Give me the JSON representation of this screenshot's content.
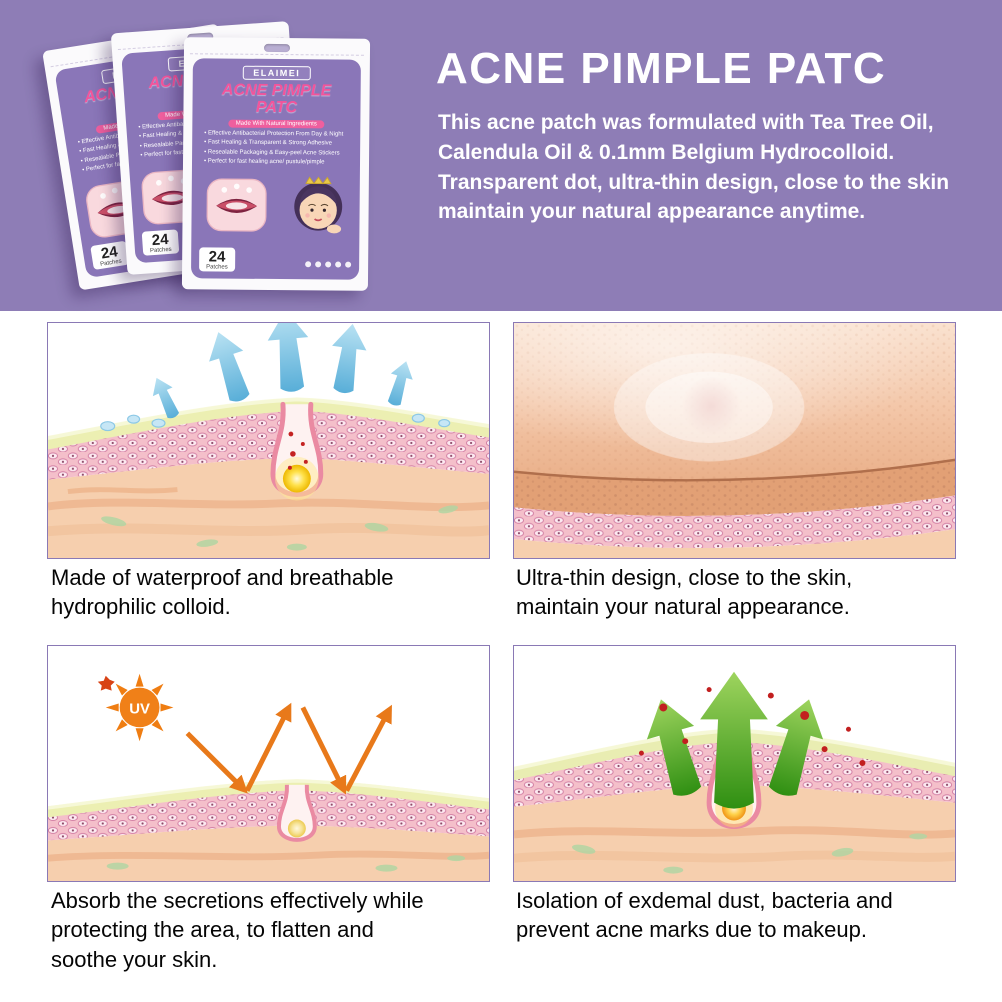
{
  "header": {
    "title": "ACNE PIMPLE PATC",
    "description": "This acne patch was formulated with Tea Tree Oil,\nCalendula Oil & 0.1mm Belgium Hydrocolloid.\nTransparent dot, ultra-thin design, close to the skin\nmaintain your natural appearance anytime.",
    "bg_color": "#8e7db6"
  },
  "product": {
    "brand": "ELAIMEI",
    "name": "ACNE PIMPLE\nPATC",
    "subtitle": "Made With Natural Ingredients",
    "count": "24",
    "count_label": "Patches",
    "features": [
      "Effective Antibacterial Protection From Day & Night",
      "Fast Healing & Transparent & Strong Adhesive",
      "Resealable Packaging & Easy-peel Acne Stickers",
      "Perfect for fast healing acne/ pustule/pimple"
    ]
  },
  "panels": [
    {
      "caption": "Made of waterproof and breathable\nhydrophilic colloid."
    },
    {
      "caption": "Ultra-thin design, close to the skin,\nmaintain your natural appearance."
    },
    {
      "caption": "Absorb the secretions effectively while\nprotecting the area, to flatten and\nsoothe your skin.",
      "uv_label": "UV"
    },
    {
      "caption": "Isolation of exdemal dust, bacteria and\nprevent acne marks due to makeup."
    }
  ],
  "colors": {
    "accent_purple": "#8e7db6",
    "product_pink": "#f3549b",
    "patch_yellow": "#ecefb2",
    "arrow_blue": "#5fb2da",
    "arrow_green": "#2f8f12",
    "arrow_orange": "#e8791a"
  }
}
